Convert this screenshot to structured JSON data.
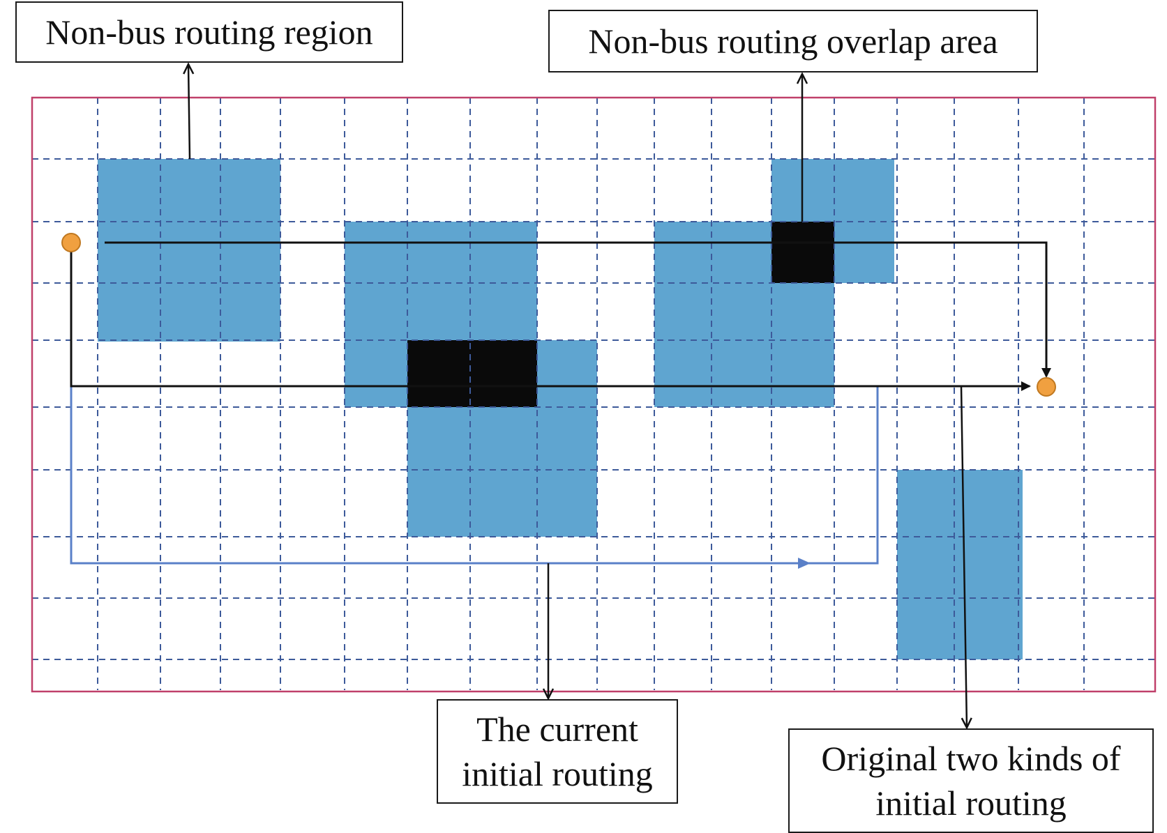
{
  "labels": {
    "region": "Non-bus routing region",
    "overlap": "Non-bus routing overlap area",
    "current": [
      "The current",
      "initial routing"
    ],
    "original": [
      "Original two kinds of",
      "initial routing"
    ]
  },
  "colors": {
    "region_fill": "#5fa5d0",
    "overlap_fill": "#0a0a0a",
    "grid": "#3d5a9a",
    "border": "#c0406a",
    "route_original": "#111111",
    "route_current": "#5a80c8",
    "terminal": "#f0a040"
  }
}
